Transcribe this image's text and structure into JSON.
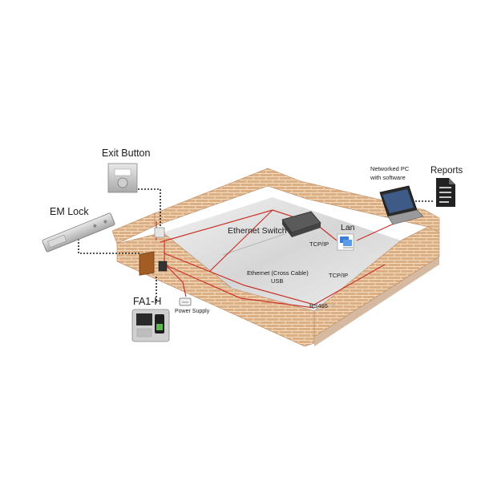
{
  "labels": {
    "exit_button": "Exit Button",
    "em_lock": "EM Lock",
    "fa1h": "FA1-H",
    "power_supply": "Power Supply",
    "ethernet_switch": "Ethernet Switch",
    "lan": "Lan",
    "tcpip_upper": "TCP/IP",
    "tcpip_lower": "TCP/IP",
    "ethernet_cross": "Ethernet (Cross Cable)",
    "usb": "USB",
    "rs485": "RS485",
    "networked_pc_line1": "Networked PC",
    "networked_pc_line2": "with software",
    "reports": "Reports"
  },
  "colors": {
    "brick": "#dcae84",
    "brick_dark": "#b98a63",
    "mortar": "#f3dcc0",
    "floor": "#dcdcdc",
    "cable": "#c8322a",
    "dotted": "#222222"
  }
}
